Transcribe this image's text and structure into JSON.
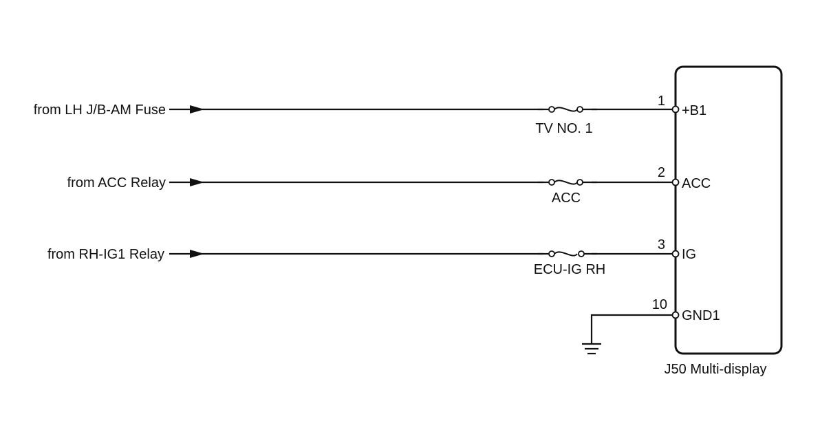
{
  "component": {
    "label": "J50 Multi-display"
  },
  "circuits": [
    {
      "source": "from LH J/B-AM Fuse",
      "fuse": "TV NO. 1",
      "pin_number": "1",
      "pin_name": "+B1"
    },
    {
      "source": "from ACC Relay",
      "fuse": "ACC",
      "pin_number": "2",
      "pin_name": "ACC"
    },
    {
      "source": "from RH-IG1 Relay",
      "fuse": "ECU-IG RH",
      "pin_number": "3",
      "pin_name": "IG"
    }
  ],
  "ground": {
    "pin_number": "10",
    "pin_name": "GND1"
  },
  "colors": {
    "line": "#111111",
    "background": "#ffffff"
  }
}
